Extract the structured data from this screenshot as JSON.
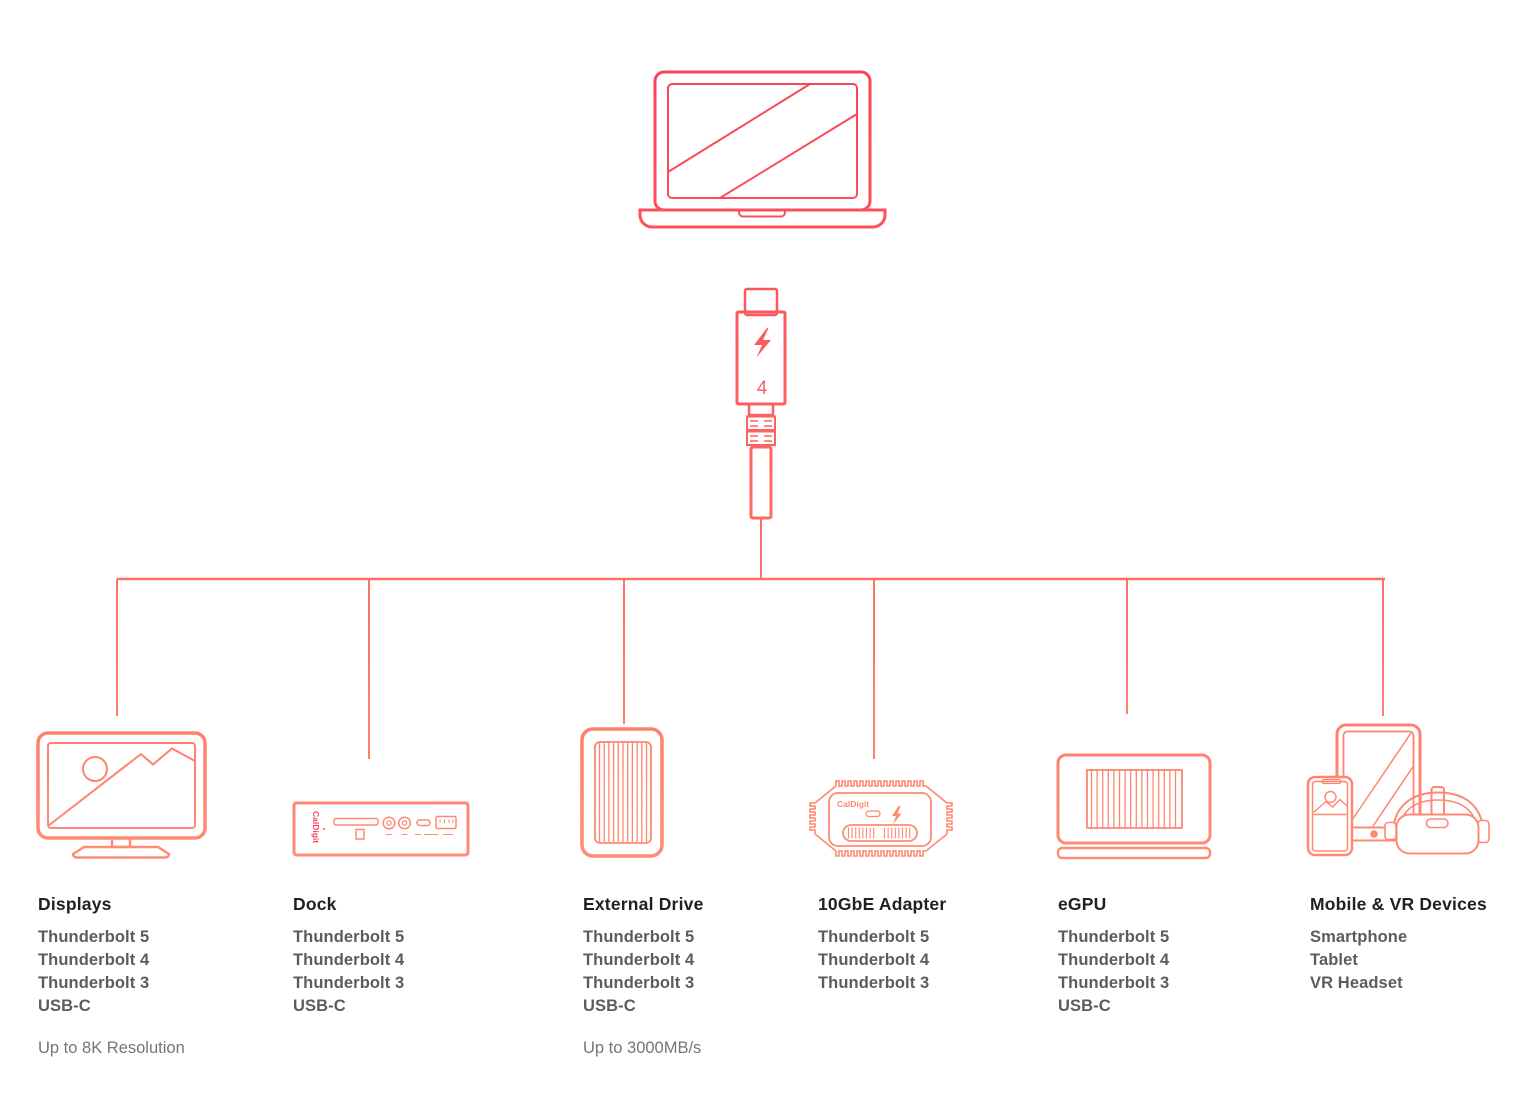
{
  "palette": {
    "ink_top": "#fa4257",
    "ink_mid": "#fd6a62",
    "ink_bottom": "#ff8d76",
    "title_color": "#212121",
    "connection_color": "#5c5c5c",
    "note_color": "#757575",
    "background": "#ffffff"
  },
  "icons": {
    "host": "laptop-icon",
    "cable": "thunderbolt4-cable-icon",
    "bolt": "lightning-bolt-icon",
    "displays": "monitor-icon",
    "dock": "dock-icon",
    "external_drive": "external-drive-icon",
    "adapter": "ethernet-adapter-icon",
    "egpu": "egpu-icon",
    "mobile_vr": "mobile-vr-devices-icon"
  },
  "cable": {
    "version_label": "4"
  },
  "branding": {
    "dock": "CalDigit",
    "adapter": "CalDigit"
  },
  "devices": [
    {
      "name": "Displays",
      "connections": [
        "Thunderbolt 5",
        "Thunderbolt 4",
        "Thunderbolt 3",
        "USB-C"
      ],
      "note": "Up to 8K Resolution"
    },
    {
      "name": "Dock",
      "connections": [
        "Thunderbolt 5",
        "Thunderbolt 4",
        "Thunderbolt 3",
        "USB-C"
      ]
    },
    {
      "name": "External Drive",
      "connections": [
        "Thunderbolt 5",
        "Thunderbolt 4",
        "Thunderbolt 3",
        "USB-C"
      ],
      "note": "Up to 3000MB/s"
    },
    {
      "name": "10GbE Adapter",
      "connections": [
        "Thunderbolt 5",
        "Thunderbolt 4",
        "Thunderbolt 3"
      ]
    },
    {
      "name": "eGPU",
      "connections": [
        "Thunderbolt 5",
        "Thunderbolt 4",
        "Thunderbolt 3",
        "USB-C"
      ]
    },
    {
      "name": "Mobile & VR Devices",
      "connections": [
        "Smartphone",
        "Tablet",
        "VR Headset"
      ]
    }
  ]
}
